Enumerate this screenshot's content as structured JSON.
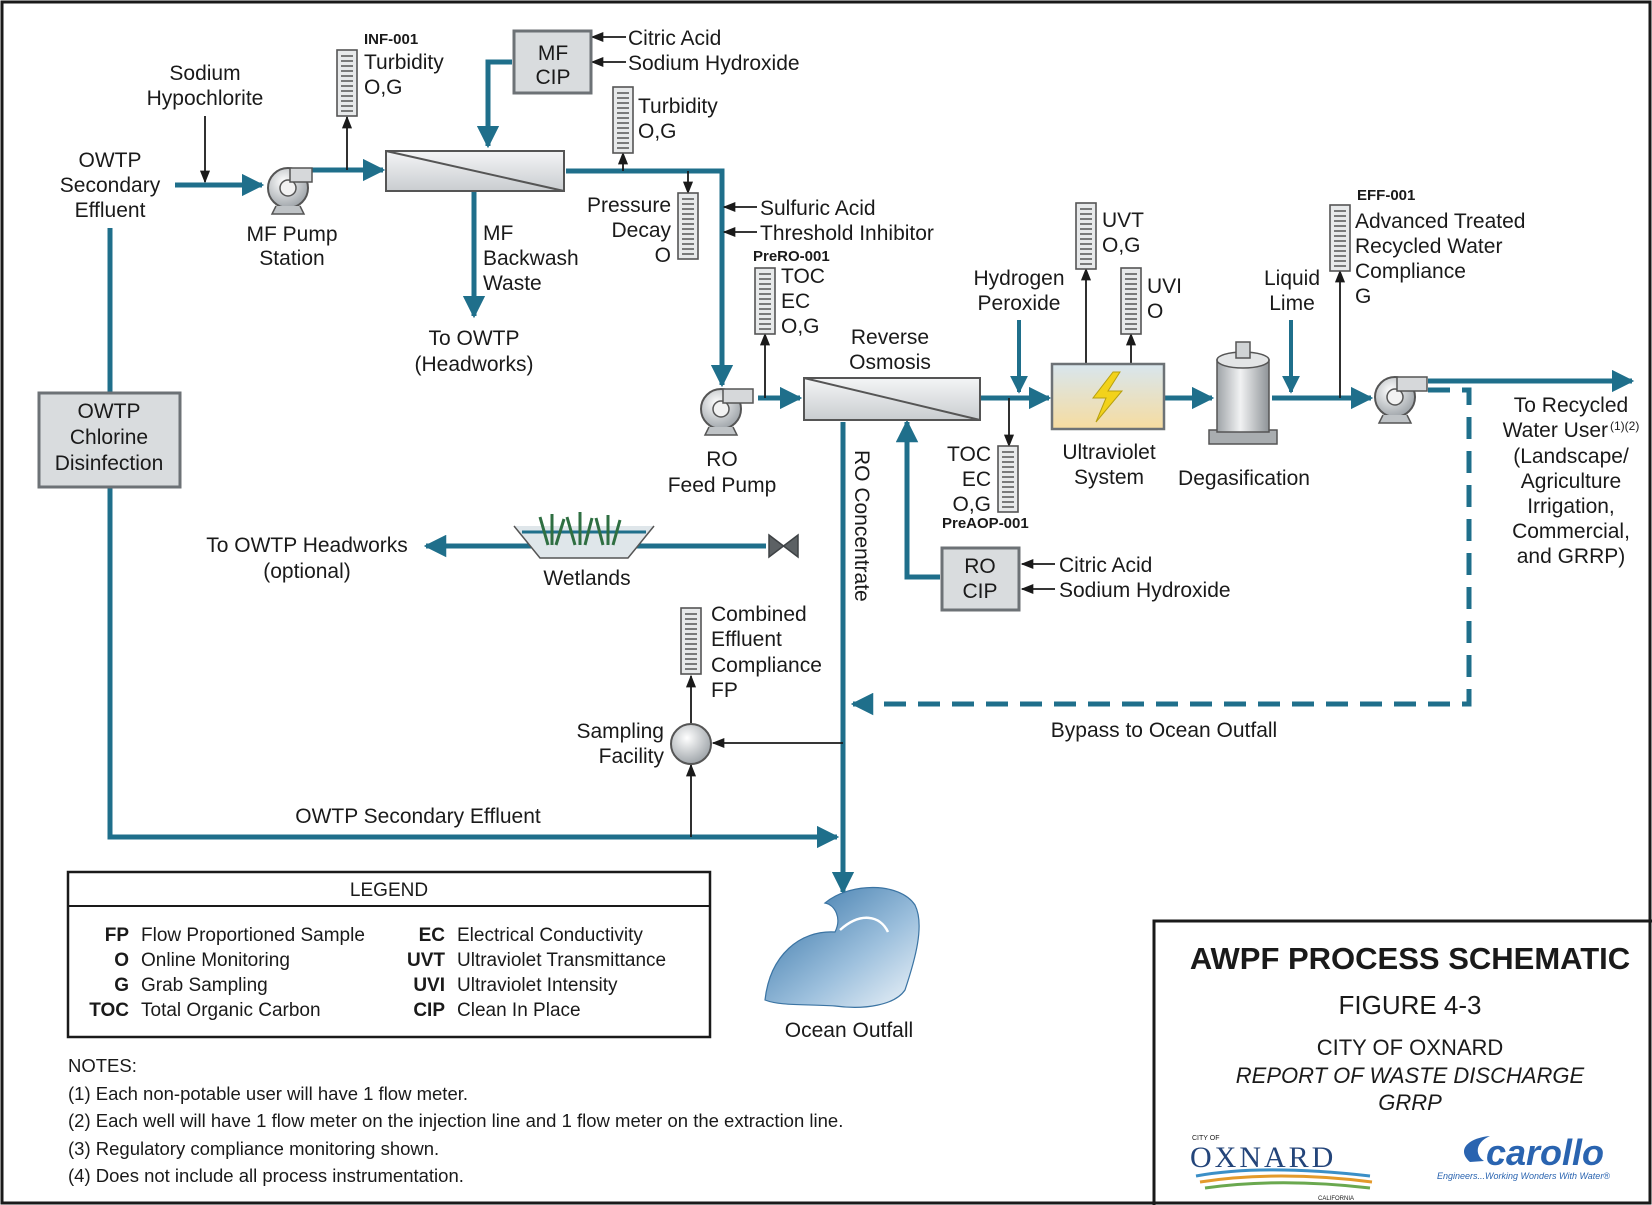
{
  "colors": {
    "process_line": "#1f6f8b",
    "ink": "#1a1a1a",
    "box_fill": "#d9dcde",
    "box_stroke": "#6d7276",
    "uv_fill": "#f3e3a8",
    "lightning": "#f2d21b",
    "water": "#4f86b3"
  },
  "inputs": {
    "sodium_hypochlorite": [
      "Sodium",
      "Hypochlorite"
    ],
    "owtp_secondary_effluent": [
      "OWTP",
      "Secondary",
      "Effluent"
    ],
    "mf_cip_chemicals": [
      "Citric Acid",
      "Sodium Hydroxide"
    ],
    "ro_pretreat_chemicals": [
      "Sulfuric Acid",
      "Threshold Inhibitor"
    ],
    "hydrogen_peroxide": [
      "Hydrogen",
      "Peroxide"
    ],
    "liquid_lime": [
      "Liquid",
      "Lime"
    ],
    "ro_cip_chemicals": [
      "Citric Acid",
      "Sodium Hydroxide"
    ]
  },
  "units": {
    "mf_pump_station": [
      "MF Pump",
      "Station"
    ],
    "mf_cip": [
      "MF",
      "CIP"
    ],
    "mf_backwash_waste": [
      "MF",
      "Backwash",
      "Waste"
    ],
    "to_owtp_headworks": [
      "To OWTP",
      "(Headworks)"
    ],
    "pressure_decay": [
      "Pressure",
      "Decay",
      "O"
    ],
    "ro_feed_pump": [
      "RO",
      "Feed Pump"
    ],
    "reverse_osmosis": [
      "Reverse",
      "Osmosis"
    ],
    "ro_concentrate": "RO Concentrate",
    "ro_cip": [
      "RO",
      "CIP"
    ],
    "ultraviolet_system": [
      "Ultraviolet",
      "System"
    ],
    "degasification": "Degasification",
    "owtp_chlorine_disinfection": [
      "OWTP",
      "Chlorine",
      "Disinfection"
    ],
    "to_owtp_headworks_optional": [
      "To OWTP Headworks",
      "(optional)"
    ],
    "wetlands": "Wetlands",
    "combined_effluent": [
      "Combined",
      "Effluent",
      "Compliance",
      "FP"
    ],
    "sampling_facility": [
      "Sampling",
      "Facility"
    ],
    "bypass_to_ocean_outfall": "Bypass to Ocean Outfall",
    "owtp_secondary_effluent_line": "OWTP Secondary Effluent",
    "ocean_outfall": "Ocean Outfall",
    "to_recycled_water_user": [
      "To Recycled",
      "Water User",
      "(Landscape/",
      "Agriculture",
      "Irrigation,",
      "Commercial,",
      "and GRRP)"
    ],
    "recycled_water_user_superscript": "(1)(2)"
  },
  "monitoring": {
    "inf_001": {
      "tag": "INF-001",
      "lines": [
        "Turbidity",
        "O,G"
      ]
    },
    "mf_turbidity": {
      "lines": [
        "Turbidity",
        "O,G"
      ]
    },
    "prero_001": {
      "tag": "PreRO-001",
      "lines": [
        "TOC",
        "EC",
        "O,G"
      ]
    },
    "uvt": {
      "lines": [
        "UVT",
        "O,G"
      ]
    },
    "uvi": {
      "lines": [
        "UVI",
        "O"
      ]
    },
    "preaop_001": {
      "tag": "PreAOP-001",
      "lines": [
        "TOC",
        "EC",
        "O,G"
      ]
    },
    "eff_001": {
      "tag": "EFF-001",
      "lines": [
        "Advanced Treated",
        "Recycled Water",
        "Compliance",
        "G"
      ]
    }
  },
  "legend": {
    "title": "LEGEND",
    "items": [
      {
        "code": "FP",
        "desc": "Flow Proportioned Sample"
      },
      {
        "code": "O",
        "desc": "Online Monitoring"
      },
      {
        "code": "G",
        "desc": "Grab Sampling"
      },
      {
        "code": "TOC",
        "desc": "Total Organic Carbon"
      },
      {
        "code": "EC",
        "desc": "Electrical Conductivity"
      },
      {
        "code": "UVT",
        "desc": "Ultraviolet Transmittance"
      },
      {
        "code": "UVI",
        "desc": "Ultraviolet Intensity"
      },
      {
        "code": "CIP",
        "desc": "Clean In Place"
      }
    ]
  },
  "notes": {
    "title": "NOTES:",
    "items": [
      "(1) Each non-potable user will have 1 flow meter.",
      "(2) Each well will have 1 flow meter on the injection line and 1 flow meter on the extraction line.",
      "(3) Regulatory compliance monitoring shown.",
      "(4) Does not include all process instrumentation."
    ]
  },
  "title_block": {
    "title": "AWPF PROCESS SCHEMATIC",
    "figure": "FIGURE 4-3",
    "city": "CITY OF OXNARD",
    "report": "REPORT OF WASTE DISCHARGE",
    "project": "GRRP",
    "logo_oxnard": {
      "top": "CITY OF",
      "name": "OXNARD",
      "sub": "CALIFORNIA"
    },
    "logo_carollo": {
      "name": "carollo",
      "tagline": "Engineers...Working Wonders With Water®"
    }
  }
}
